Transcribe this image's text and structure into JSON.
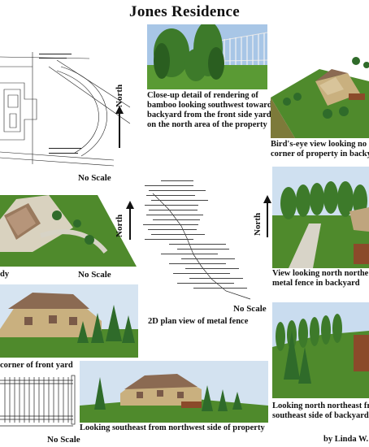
{
  "title": "Jones Residence",
  "captions": {
    "bamboo": "Close-up detail of rendering of bamboo looking southwest towards backyard from the front side yard on the north area of the property",
    "birdseye": "Bird's-eye view looking no corner of property in backy",
    "fence_north": "View looking north northe metal fence in backyard",
    "plan_fence": "2D plan view of metal fence",
    "front_yard": "corner of front yard",
    "southeast": "Looking southeast from northwest side of property",
    "north_ne": "Looking north northeast fr southeast side of backyard",
    "author": "by Linda W.",
    "dy": "dy"
  },
  "labels": {
    "no_scale": "No Scale",
    "north": "North"
  },
  "colors": {
    "grass": "#4f8a2c",
    "sky": "#c9dcef",
    "house": "#bfa57e",
    "roof": "#7a5a48",
    "tree": "#2f6b2a"
  }
}
